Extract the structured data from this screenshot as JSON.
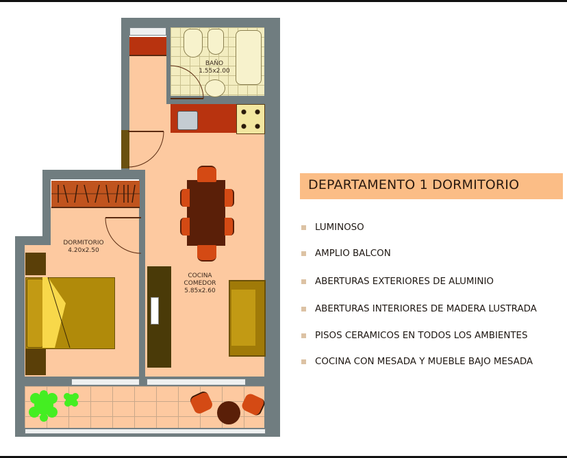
{
  "title": "DEPARTAMENTO 1 DORMITORIO",
  "features": [
    "LUMINOSO",
    "AMPLIO BALCON",
    "ABERTURAS EXTERIORES DE ALUMINIO",
    "ABERTURAS INTERIORES DE MADERA LUSTRADA",
    "PISOS CERAMICOS EN TODOS LOS AMBIENTES",
    "COCINA CON MESADA Y MUEBLE BAJO MESADA"
  ],
  "rooms": {
    "bano": {
      "name": "BAÑO",
      "size": "1.55x2.00"
    },
    "dormitorio": {
      "name": "DORMITORIO",
      "size": "4.20x2.50"
    },
    "cocina": {
      "name": "COCINA",
      "name2": "COMEDOR",
      "size": "5.85x2.60"
    }
  },
  "colors": {
    "wall": "#707d80",
    "floor": "#fdc9a0",
    "title_bg": "#fbbd86",
    "bullet": "#dcc2a4",
    "furniture_dark": "#5a2a10",
    "chair": "#d44a14",
    "counter": "#b8330f",
    "bed": "#b08a0a",
    "plant": "#44ee22"
  }
}
